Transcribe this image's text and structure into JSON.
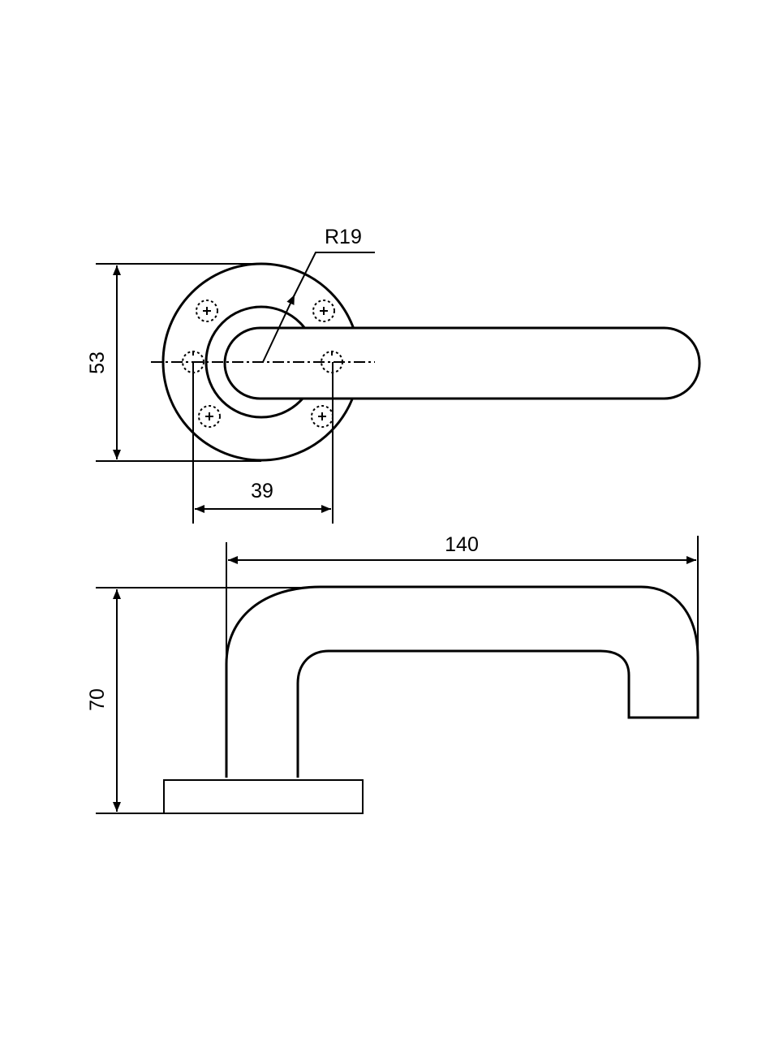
{
  "drawing": {
    "top_view": {
      "radius_label": "R19",
      "height_dimension": "53",
      "hole_spacing_dimension": "39"
    },
    "side_view": {
      "length_dimension": "140",
      "height_dimension": "70"
    },
    "colors": {
      "line": "#000000",
      "background": "#ffffff"
    }
  }
}
